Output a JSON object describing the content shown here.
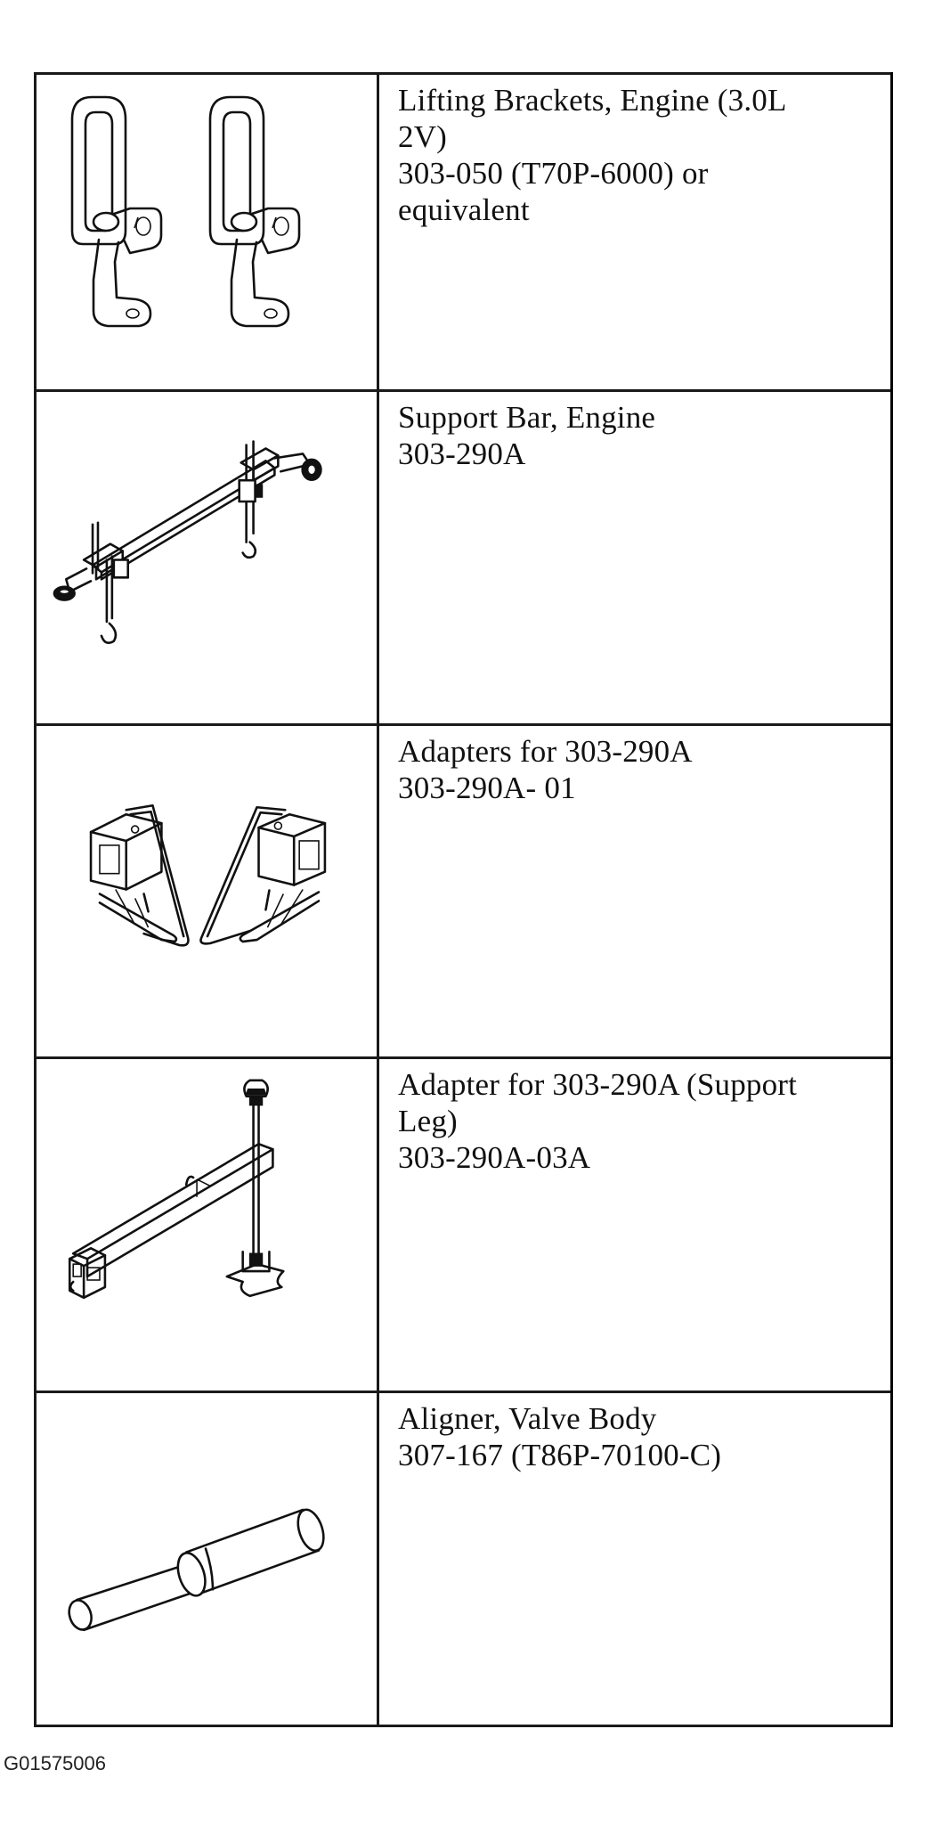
{
  "tools": [
    {
      "name": "Lifting Brackets, Engine (3.0L\n2V)",
      "number": "303-050 (T70P-6000) or\nequivalent",
      "icon": "lifting-brackets-illustration"
    },
    {
      "name": "Support Bar, Engine",
      "number": "303-290A",
      "icon": "support-bar-illustration"
    },
    {
      "name": "Adapters for 303-290A",
      "number": "303-290A- 01",
      "icon": "adapters-illustration"
    },
    {
      "name": "Adapter for 303-290A (Support\nLeg)",
      "number": "303-290A-03A",
      "icon": "support-leg-adapter-illustration"
    },
    {
      "name": "Aligner, Valve Body",
      "number": "307-167 (T86P-70100-C)",
      "icon": "valve-body-aligner-illustration"
    }
  ],
  "figure_id": "G01575006"
}
